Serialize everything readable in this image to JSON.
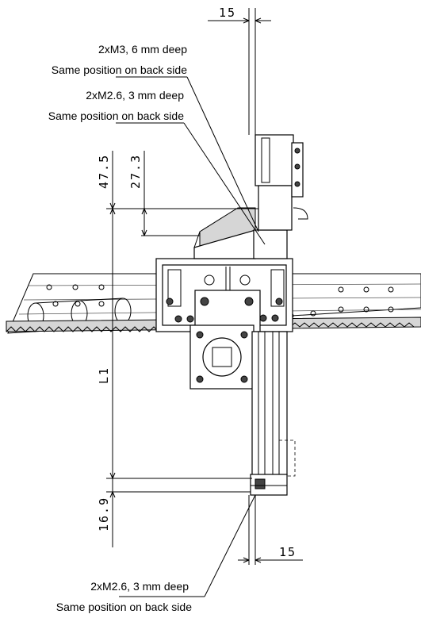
{
  "annotations": {
    "top_m3_line1": "2xM3, 6 mm deep",
    "top_m3_line2": "Same position on back side",
    "top_m26_line1": "2xM2.6, 3 mm deep",
    "top_m26_line2": "Same position on back side",
    "bottom_m26_line1": "2xM2.6, 3 mm deep",
    "bottom_m26_line2": "Same position on back side"
  },
  "dimensions": {
    "top_width": "15",
    "bottom_width": "15",
    "height_47_5": "47.5",
    "height_27_3": "27.3",
    "stroke_L1": "L1",
    "height_16_9": "16.9"
  }
}
